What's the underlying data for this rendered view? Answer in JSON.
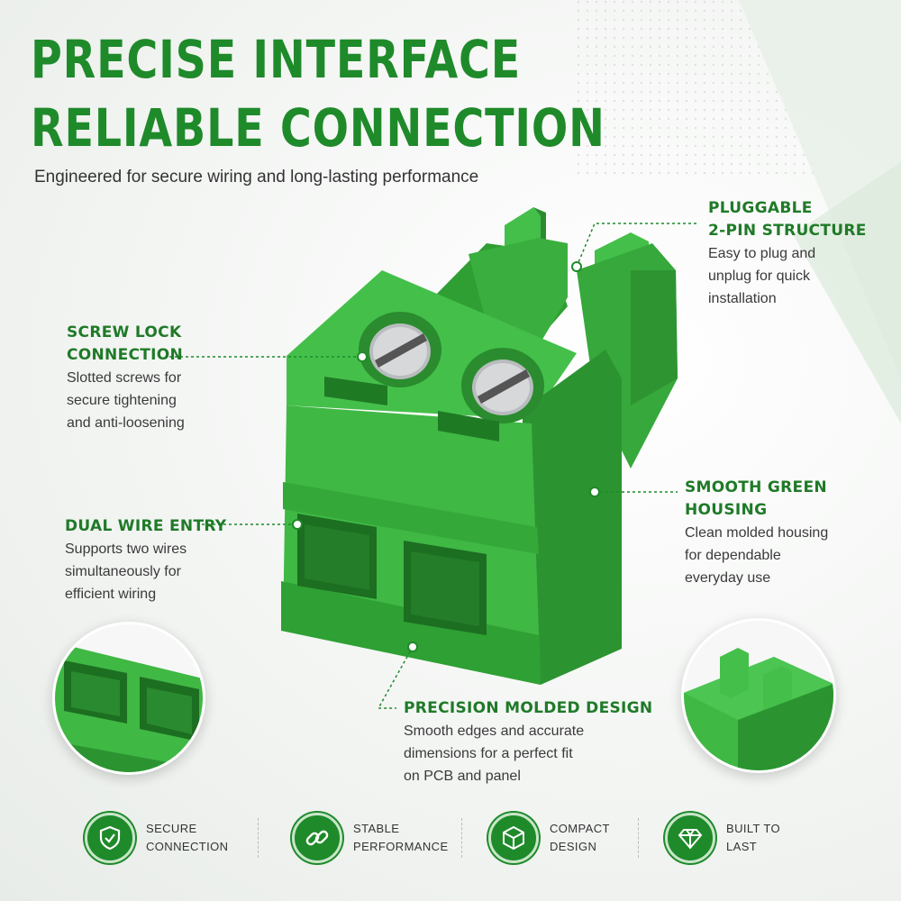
{
  "headline": {
    "line1": "PRECISE INTERFACE",
    "line2": "RELIABLE CONNECTION",
    "subtitle": "Engineered for secure wiring and long-lasting performance"
  },
  "callouts": {
    "pluggable": {
      "title": "PLUGGABLE\n2-PIN STRUCTURE",
      "desc": "Easy to plug and\nunplug for quick\ninstallation"
    },
    "screw": {
      "title": "SCREW LOCK\nCONNECTION",
      "desc": "Slotted screws for\nsecure tightening\nand anti-loosening"
    },
    "dual": {
      "title": "DUAL WIRE ENTRY",
      "desc": "Supports two wires\nsimultaneously for\nefficient wiring"
    },
    "housing": {
      "title": "SMOOTH GREEN\nHOUSING",
      "desc": "Clean molded housing\nfor dependable\neveryday use"
    },
    "precision": {
      "title": "PRECISION MOLDED DESIGN",
      "desc": "Smooth edges and accurate\ndimensions for a perfect fit\non PCB and panel"
    }
  },
  "features": [
    {
      "icon": "shield-check-icon",
      "label": "SECURE\nCONNECTION"
    },
    {
      "icon": "chain-link-icon",
      "label": "STABLE\nPERFORMANCE"
    },
    {
      "icon": "cube-icon",
      "label": "COMPACT\nDESIGN"
    },
    {
      "icon": "diamond-icon",
      "label": "BUILT TO\nLAST"
    }
  ],
  "colors": {
    "brand_green": "#1f8a2a",
    "housing_green": "#3db83f",
    "text": "#333333"
  }
}
